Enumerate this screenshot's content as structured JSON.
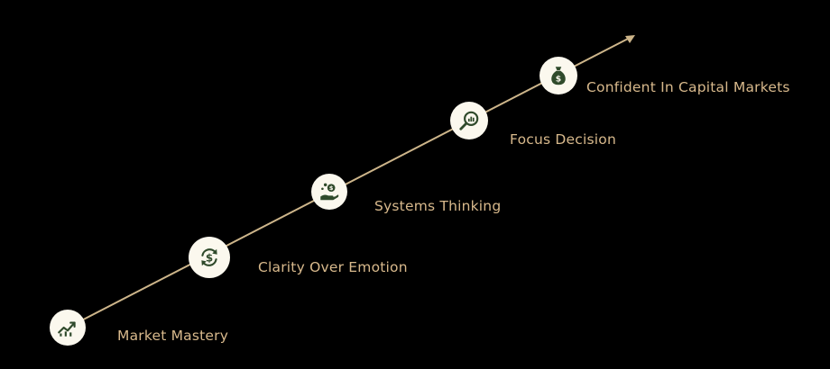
{
  "colors": {
    "background": "#000000",
    "line": "#cdb58a",
    "node_fill": "#fbf8ee",
    "icon": "#2f4a2b",
    "label": "#d8b98c"
  },
  "steps": [
    {
      "label": "Market Mastery",
      "icon": "trend-chart-icon"
    },
    {
      "label": "Clarity Over Emotion",
      "icon": "dollar-cycle-icon"
    },
    {
      "label": "Systems Thinking",
      "icon": "hand-coins-icon"
    },
    {
      "label": "Focus Decision",
      "icon": "magnifier-chart-icon"
    },
    {
      "label": "Confident In Capital Markets",
      "icon": "money-bag-icon"
    }
  ]
}
